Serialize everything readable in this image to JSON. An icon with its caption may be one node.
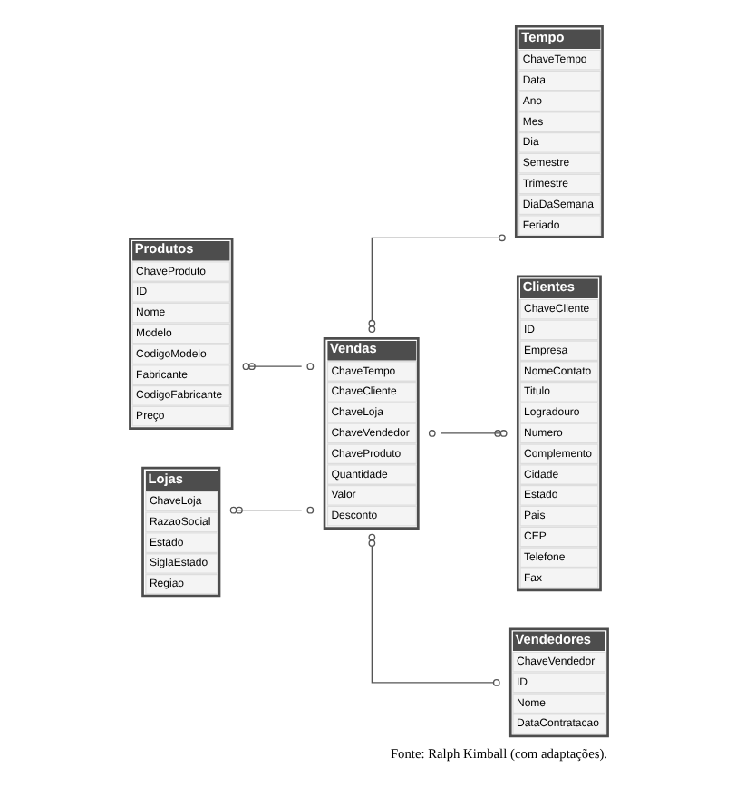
{
  "diagram": {
    "caption": "Fonte: Ralph Kimball (com adaptações).",
    "nodes": [
      {
        "text": [
          "Produtos",
          "ChaveProduto",
          "ID",
          "Nome",
          "Modelo",
          "CodigoModelo",
          "Fabricante",
          "CodigoFabricante",
          "Preço"
        ]
      },
      {
        "text": [
          "Tempo",
          "ChaveTempo",
          "Data",
          "Ano",
          "Mes",
          "Dia",
          "Semestre",
          "Trimestre",
          "DiaDaSemana",
          "Feriado"
        ]
      },
      {
        "text": [
          "Vendas",
          "ChaveTempo",
          "ChaveCliente",
          "ChaveLoja",
          "ChaveVendedor",
          "ChaveProduto",
          "Quantidade",
          "Valor",
          "Desconto"
        ]
      },
      {
        "text": [
          "Clientes",
          "ChaveCliente",
          "ID",
          "Empresa",
          "NomeContato",
          "Titulo",
          "Logradouro",
          "Numero",
          "Complemento",
          "Cidade",
          "Estado",
          "Pais",
          "CEP",
          "Telefone",
          "Fax"
        ]
      },
      {
        "text": [
          "Lojas",
          "ChaveLoja",
          "RazaoSocial",
          "Estado",
          "SiglaEstado",
          "Regiao"
        ]
      },
      {
        "text": [
          "Vendedores",
          "ChaveVendedor",
          "ID",
          "Nome",
          "DataContratacao"
        ]
      }
    ],
    "edges": [
      {
        "from": 2,
        "to": 0,
        "arrow": "other"
      },
      {
        "from": 2,
        "to": 1,
        "arrow": "other"
      },
      {
        "from": 2,
        "to": 3,
        "arrow": "other"
      },
      {
        "from": 2,
        "to": 4,
        "arrow": "other"
      },
      {
        "from": 2,
        "to": 5,
        "arrow": "other"
      }
    ]
  }
}
